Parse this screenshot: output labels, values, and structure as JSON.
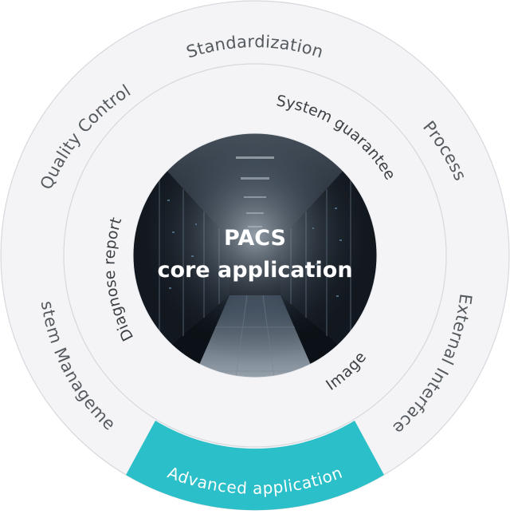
{
  "diagram": {
    "core": {
      "line1": "PACS",
      "line2": "core application"
    },
    "outer_ring": {
      "labels": [
        "Standardization",
        "Process",
        "External Interface",
        "System Management",
        "Quality Control"
      ],
      "highlight_label": "Advanced application",
      "highlight_color": "#2bbfc9"
    },
    "inner_ring": {
      "labels": [
        "System guarantee",
        "Image",
        "Diagnose report"
      ]
    },
    "colors": {
      "ring_fill": "#f4f4f7",
      "ring_stroke": "#d6d8dc",
      "text": "#555a5f"
    }
  }
}
